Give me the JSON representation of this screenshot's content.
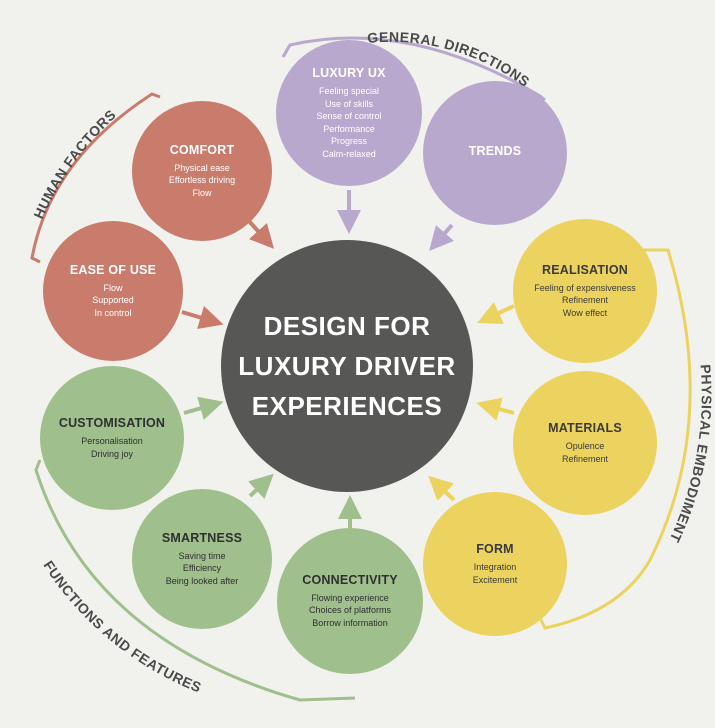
{
  "center": {
    "lines": [
      "DESIGN FOR",
      "LUXURY DRIVER",
      "EXPERIENCES"
    ]
  },
  "groups": {
    "general_directions": "GENERAL DIRECTIONS",
    "human_factors": "HUMAN FACTORS",
    "physical_embodiment": "PHYSICAL EMBODIMENT",
    "functions_and_features": "FUNCTIONS AND FEATURES"
  },
  "colors": {
    "red": "#c97b6c",
    "purple": "#b9a8cd",
    "yellow": "#ecd25e",
    "green": "#9fbf8d",
    "center": "#575756",
    "background": "#f1f1ed"
  },
  "nodes": [
    {
      "title": "LUXURY UX",
      "items": [
        "Feeling special",
        "Use of skills",
        "Sense of control",
        "Performance",
        "Progress",
        "Calm-relaxed"
      ],
      "color": "purple"
    },
    {
      "title": "TRENDS",
      "items": [],
      "color": "purple"
    },
    {
      "title": "COMFORT",
      "items": [
        "Physical ease",
        "Effortless driving",
        "Flow"
      ],
      "color": "red"
    },
    {
      "title": "EASE OF USE",
      "items": [
        "Flow",
        "Supported",
        "In control"
      ],
      "color": "red"
    },
    {
      "title": "REALISATION",
      "items": [
        "Feeling of expensiveness",
        "Refinement",
        "Wow effect"
      ],
      "color": "yellow"
    },
    {
      "title": "MATERIALS",
      "items": [
        "Opulence",
        "Refinement"
      ],
      "color": "yellow"
    },
    {
      "title": "FORM",
      "items": [
        "Integration",
        "Excitement"
      ],
      "color": "yellow"
    },
    {
      "title": "CUSTOMISATION",
      "items": [
        "Personalisation",
        "Driving joy"
      ],
      "color": "green"
    },
    {
      "title": "SMARTNESS",
      "items": [
        "Saving time",
        "Efficiency",
        "Being looked after"
      ],
      "color": "green"
    },
    {
      "title": "CONNECTIVITY",
      "items": [
        "Flowing experience",
        "Choices of platforms",
        "Borrow information"
      ],
      "color": "green"
    }
  ]
}
